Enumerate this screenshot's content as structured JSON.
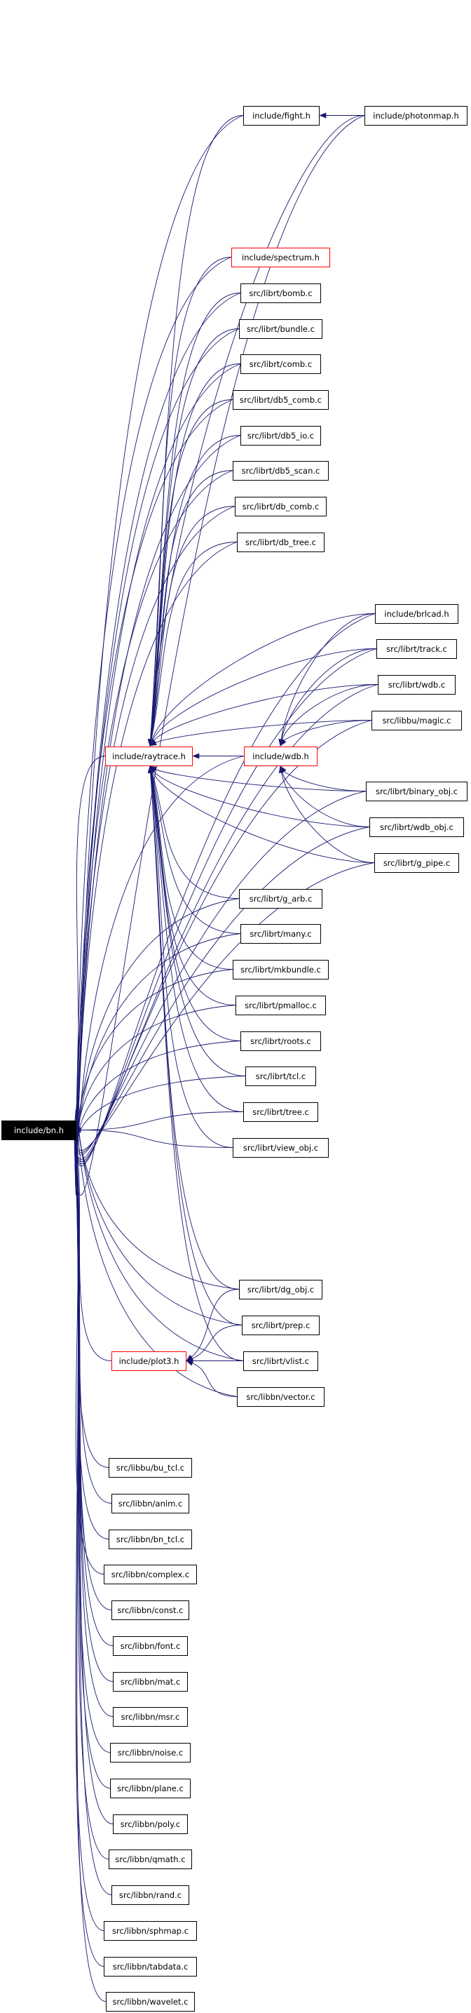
{
  "colors": {
    "edge": "#191970",
    "node_border": "#000000",
    "incomplete_border": "#ff0000",
    "root_fill": "#000000",
    "root_text": "#ffffff",
    "background": "#ffffff"
  },
  "nodes": [
    {
      "id": "bn",
      "label": "include/bn.h",
      "style": "root"
    },
    {
      "id": "fight",
      "label": "include/fight.h",
      "style": "normal"
    },
    {
      "id": "photonmap",
      "label": "include/photonmap.h",
      "style": "normal"
    },
    {
      "id": "spectrum",
      "label": "include/spectrum.h",
      "style": "red"
    },
    {
      "id": "bomb",
      "label": "src/librt/bomb.c",
      "style": "normal"
    },
    {
      "id": "bundle",
      "label": "src/librt/bundle.c",
      "style": "normal"
    },
    {
      "id": "comb",
      "label": "src/librt/comb.c",
      "style": "normal"
    },
    {
      "id": "db5_comb",
      "label": "src/librt/db5_comb.c",
      "style": "normal"
    },
    {
      "id": "db5_io",
      "label": "src/librt/db5_io.c",
      "style": "normal"
    },
    {
      "id": "db5_scan",
      "label": "src/librt/db5_scan.c",
      "style": "normal"
    },
    {
      "id": "db_comb",
      "label": "src/librt/db_comb.c",
      "style": "normal"
    },
    {
      "id": "db_tree",
      "label": "src/librt/db_tree.c",
      "style": "normal"
    },
    {
      "id": "brlcad",
      "label": "include/brlcad.h",
      "style": "normal"
    },
    {
      "id": "track",
      "label": "src/librt/track.c",
      "style": "normal"
    },
    {
      "id": "wdb_c",
      "label": "src/librt/wdb.c",
      "style": "normal"
    },
    {
      "id": "magic",
      "label": "src/libbu/magic.c",
      "style": "normal"
    },
    {
      "id": "raytrace",
      "label": "include/raytrace.h",
      "style": "red"
    },
    {
      "id": "wdb_h",
      "label": "include/wdb.h",
      "style": "red"
    },
    {
      "id": "binary_obj",
      "label": "src/librt/binary_obj.c",
      "style": "normal"
    },
    {
      "id": "wdb_obj",
      "label": "src/librt/wdb_obj.c",
      "style": "normal"
    },
    {
      "id": "g_pipe",
      "label": "src/librt/g_pipe.c",
      "style": "normal"
    },
    {
      "id": "g_arb",
      "label": "src/librt/g_arb.c",
      "style": "normal"
    },
    {
      "id": "many",
      "label": "src/librt/many.c",
      "style": "normal"
    },
    {
      "id": "mkbundle",
      "label": "src/librt/mkbundle.c",
      "style": "normal"
    },
    {
      "id": "pmalloc",
      "label": "src/librt/pmalloc.c",
      "style": "normal"
    },
    {
      "id": "roots",
      "label": "src/librt/roots.c",
      "style": "normal"
    },
    {
      "id": "tcl",
      "label": "src/librt/tcl.c",
      "style": "normal"
    },
    {
      "id": "tree",
      "label": "src/librt/tree.c",
      "style": "normal"
    },
    {
      "id": "view_obj",
      "label": "src/librt/view_obj.c",
      "style": "normal"
    },
    {
      "id": "dg_obj",
      "label": "src/librt/dg_obj.c",
      "style": "normal"
    },
    {
      "id": "prep",
      "label": "src/librt/prep.c",
      "style": "normal"
    },
    {
      "id": "plot3",
      "label": "include/plot3.h",
      "style": "red"
    },
    {
      "id": "vlist",
      "label": "src/librt/vlist.c",
      "style": "normal"
    },
    {
      "id": "vector",
      "label": "src/libbn/vector.c",
      "style": "normal"
    },
    {
      "id": "bu_tcl",
      "label": "src/libbu/bu_tcl.c",
      "style": "normal"
    },
    {
      "id": "anim",
      "label": "src/libbn/anim.c",
      "style": "normal"
    },
    {
      "id": "bn_tcl",
      "label": "src/libbn/bn_tcl.c",
      "style": "normal"
    },
    {
      "id": "complex",
      "label": "src/libbn/complex.c",
      "style": "normal"
    },
    {
      "id": "const",
      "label": "src/libbn/const.c",
      "style": "normal"
    },
    {
      "id": "font",
      "label": "src/libbn/font.c",
      "style": "normal"
    },
    {
      "id": "mat",
      "label": "src/libbn/mat.c",
      "style": "normal"
    },
    {
      "id": "msr",
      "label": "src/libbn/msr.c",
      "style": "normal"
    },
    {
      "id": "noise",
      "label": "src/libbn/noise.c",
      "style": "normal"
    },
    {
      "id": "plane",
      "label": "src/libbn/plane.c",
      "style": "normal"
    },
    {
      "id": "poly",
      "label": "src/libbn/poly.c",
      "style": "normal"
    },
    {
      "id": "qmath",
      "label": "src/libbn/qmath.c",
      "style": "normal"
    },
    {
      "id": "rand",
      "label": "src/libbn/rand.c",
      "style": "normal"
    },
    {
      "id": "sphmap",
      "label": "src/libbn/sphmap.c",
      "style": "normal"
    },
    {
      "id": "tabdata",
      "label": "src/libbn/tabdata.c",
      "style": "normal"
    },
    {
      "id": "wavelet",
      "label": "src/libbn/wavelet.c",
      "style": "normal"
    }
  ],
  "edges": [
    [
      "fight",
      "bn"
    ],
    [
      "photonmap",
      "bn"
    ],
    [
      "photonmap",
      "fight"
    ],
    [
      "spectrum",
      "bn"
    ],
    [
      "bomb",
      "bn"
    ],
    [
      "bundle",
      "bn"
    ],
    [
      "comb",
      "bn"
    ],
    [
      "db5_comb",
      "bn"
    ],
    [
      "db5_io",
      "bn"
    ],
    [
      "db5_scan",
      "bn"
    ],
    [
      "db_comb",
      "bn"
    ],
    [
      "db_tree",
      "bn"
    ],
    [
      "brlcad",
      "bn"
    ],
    [
      "track",
      "bn"
    ],
    [
      "wdb_c",
      "bn"
    ],
    [
      "magic",
      "bn"
    ],
    [
      "raytrace",
      "bn"
    ],
    [
      "wdb_h",
      "bn"
    ],
    [
      "binary_obj",
      "bn"
    ],
    [
      "wdb_obj",
      "bn"
    ],
    [
      "g_pipe",
      "bn"
    ],
    [
      "g_arb",
      "bn"
    ],
    [
      "many",
      "bn"
    ],
    [
      "mkbundle",
      "bn"
    ],
    [
      "pmalloc",
      "bn"
    ],
    [
      "roots",
      "bn"
    ],
    [
      "tcl",
      "bn"
    ],
    [
      "tree",
      "bn"
    ],
    [
      "view_obj",
      "bn"
    ],
    [
      "dg_obj",
      "bn"
    ],
    [
      "prep",
      "bn"
    ],
    [
      "plot3",
      "bn"
    ],
    [
      "vlist",
      "bn"
    ],
    [
      "vector",
      "bn"
    ],
    [
      "bu_tcl",
      "bn"
    ],
    [
      "anim",
      "bn"
    ],
    [
      "bn_tcl",
      "bn"
    ],
    [
      "complex",
      "bn"
    ],
    [
      "const",
      "bn"
    ],
    [
      "font",
      "bn"
    ],
    [
      "mat",
      "bn"
    ],
    [
      "msr",
      "bn"
    ],
    [
      "noise",
      "bn"
    ],
    [
      "plane",
      "bn"
    ],
    [
      "poly",
      "bn"
    ],
    [
      "qmath",
      "bn"
    ],
    [
      "rand",
      "bn"
    ],
    [
      "sphmap",
      "bn"
    ],
    [
      "tabdata",
      "bn"
    ],
    [
      "wavelet",
      "bn"
    ],
    [
      "fight",
      "raytrace"
    ],
    [
      "photonmap",
      "raytrace"
    ],
    [
      "spectrum",
      "raytrace"
    ],
    [
      "bomb",
      "raytrace"
    ],
    [
      "bundle",
      "raytrace"
    ],
    [
      "comb",
      "raytrace"
    ],
    [
      "db5_comb",
      "raytrace"
    ],
    [
      "db5_io",
      "raytrace"
    ],
    [
      "db5_scan",
      "raytrace"
    ],
    [
      "db_comb",
      "raytrace"
    ],
    [
      "db_tree",
      "raytrace"
    ],
    [
      "brlcad",
      "raytrace"
    ],
    [
      "track",
      "raytrace"
    ],
    [
      "wdb_c",
      "raytrace"
    ],
    [
      "magic",
      "raytrace"
    ],
    [
      "wdb_h",
      "raytrace"
    ],
    [
      "binary_obj",
      "raytrace"
    ],
    [
      "wdb_obj",
      "raytrace"
    ],
    [
      "g_pipe",
      "raytrace"
    ],
    [
      "g_arb",
      "raytrace"
    ],
    [
      "many",
      "raytrace"
    ],
    [
      "mkbundle",
      "raytrace"
    ],
    [
      "pmalloc",
      "raytrace"
    ],
    [
      "roots",
      "raytrace"
    ],
    [
      "tcl",
      "raytrace"
    ],
    [
      "tree",
      "raytrace"
    ],
    [
      "view_obj",
      "raytrace"
    ],
    [
      "dg_obj",
      "raytrace"
    ],
    [
      "prep",
      "raytrace"
    ],
    [
      "vlist",
      "raytrace"
    ],
    [
      "brlcad",
      "wdb_h"
    ],
    [
      "track",
      "wdb_h"
    ],
    [
      "wdb_c",
      "wdb_h"
    ],
    [
      "magic",
      "wdb_h"
    ],
    [
      "binary_obj",
      "wdb_h"
    ],
    [
      "wdb_obj",
      "wdb_h"
    ],
    [
      "g_pipe",
      "wdb_h"
    ],
    [
      "dg_obj",
      "plot3"
    ],
    [
      "prep",
      "plot3"
    ],
    [
      "vlist",
      "plot3"
    ],
    [
      "vector",
      "plot3"
    ]
  ]
}
